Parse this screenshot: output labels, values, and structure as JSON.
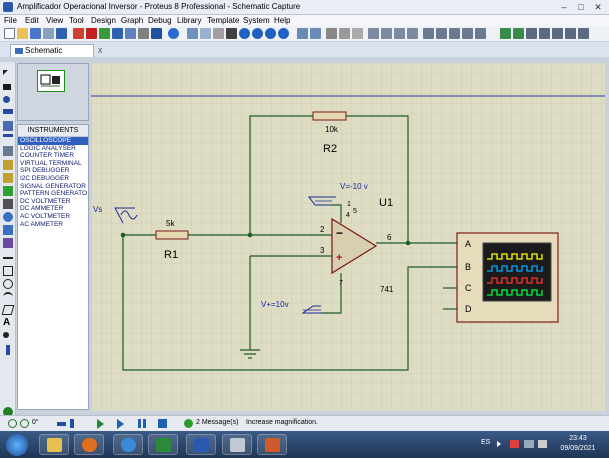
{
  "window": {
    "title": "Amplificador Operacional Inversor - Proteus 8 Professional - Schematic Capture",
    "controls": [
      "–",
      "□",
      "✕"
    ]
  },
  "menu": [
    "File",
    "Edit",
    "View",
    "Tool",
    "Design",
    "Graph",
    "Debug",
    "Library",
    "Template",
    "System",
    "Help"
  ],
  "tab": {
    "label": "Schematic Capture",
    "close": "x"
  },
  "instruments": {
    "title": "INSTRUMENTS",
    "items": [
      "OSCILLOSCOPE",
      "LOGIC ANALYSER",
      "COUNTER TIMER",
      "VIRTUAL TERMINAL",
      "SPI DEBUGGER",
      "I2C DEBUGGER",
      "SIGNAL GENERATOR",
      "PATTERN GENERATO",
      "DC VOLTMETER",
      "DC AMMETER",
      "AC VOLTMETER",
      "AC AMMETER"
    ],
    "selected": "OSCILLOSCOPE"
  },
  "schematic": {
    "r2_value": "10k",
    "r2_name": "R2",
    "r1_value": "5k",
    "r1_name": "R1",
    "source": "Vs",
    "vneg": "V=-10 v",
    "vpos": "V+=10v",
    "opamp_name": "U1",
    "opamp_model": "741",
    "pins": {
      "p2": "2",
      "p3": "3",
      "p6": "6",
      "p7": "7",
      "p4": "4",
      "p5": "5",
      "p1": "1"
    },
    "scope_channels": [
      "A",
      "B",
      "C",
      "D"
    ],
    "trace_colors": [
      "#ffff00",
      "#00aaff",
      "#ff3030",
      "#00ff40"
    ]
  },
  "status": {
    "rotation": "0°",
    "messages": "2 Message(s)",
    "hint": "Increase magnification."
  },
  "taskbar": {
    "lang": "ES",
    "time": "23:43",
    "date": "09/09/2021"
  }
}
